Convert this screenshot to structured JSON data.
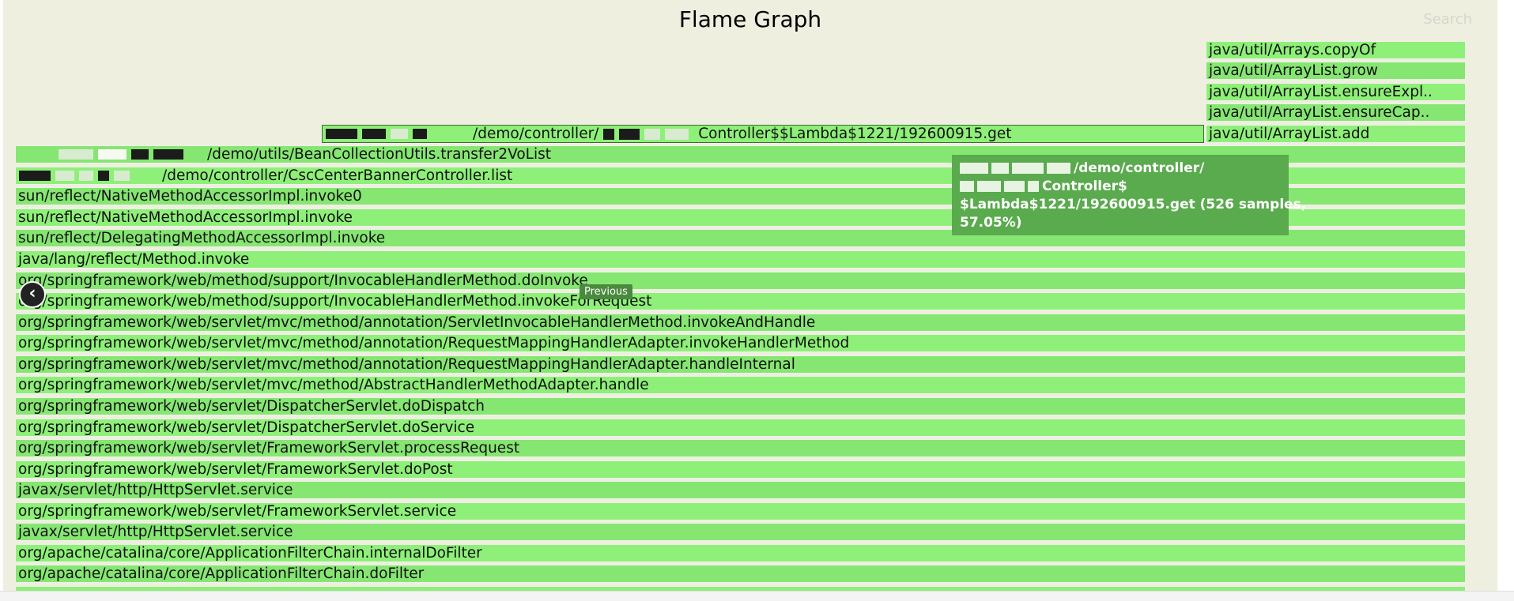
{
  "title": "Flame Graph",
  "search_label": "Search",
  "right_stack": [
    "java/util/Arrays.copyOf",
    "java/util/ArrayList.grow",
    "java/util/ArrayList.ensureExpl..",
    "java/util/ArrayList.ensureCap..",
    "java/util/ArrayList.add"
  ],
  "lambda_frame": "/demo/controller/",
  "lambda_frame_tail": "Controller$$Lambda$1221/192600915.get",
  "transfer_frame": "/demo/utils/BeanCollectionUtils.transfer2VoList",
  "list_frame": "/demo/controller/CscCenterBannerController.list",
  "frames": [
    "sun/reflect/NativeMethodAccessorImpl.invoke0",
    "sun/reflect/NativeMethodAccessorImpl.invoke",
    "sun/reflect/DelegatingMethodAccessorImpl.invoke",
    "java/lang/reflect/Method.invoke",
    "org/springframework/web/method/support/InvocableHandlerMethod.doInvoke",
    "org/springframework/web/method/support/InvocableHandlerMethod.invokeForRequest",
    "org/springframework/web/servlet/mvc/method/annotation/ServletInvocableHandlerMethod.invokeAndHandle",
    "org/springframework/web/servlet/mvc/method/annotation/RequestMappingHandlerAdapter.invokeHandlerMethod",
    "org/springframework/web/servlet/mvc/method/annotation/RequestMappingHandlerAdapter.handleInternal",
    "org/springframework/web/servlet/mvc/method/AbstractHandlerMethodAdapter.handle",
    "org/springframework/web/servlet/DispatcherServlet.doDispatch",
    "org/springframework/web/servlet/DispatcherServlet.doService",
    "org/springframework/web/servlet/FrameworkServlet.processRequest",
    "org/springframework/web/servlet/FrameworkServlet.doPost",
    "javax/servlet/http/HttpServlet.service",
    "org/springframework/web/servlet/FrameworkServlet.service",
    "javax/servlet/http/HttpServlet.service",
    "org/apache/catalina/core/ApplicationFilterChain.internalDoFilter",
    "org/apache/catalina/core/ApplicationFilterChain.doFilter"
  ],
  "tooltip": {
    "line1": "/demo/controller/",
    "line2": "Controller$",
    "line3": "$Lambda$1221/192600915.get (526 samples,",
    "line4": "57.05%)"
  },
  "prev_label": "Previous",
  "prev_icon": "chevron-left-icon",
  "colors": {
    "frame": "#8ef078",
    "frame_alt": "#86e672",
    "background": "#efefe0",
    "tooltip": "#5aaa4e"
  }
}
